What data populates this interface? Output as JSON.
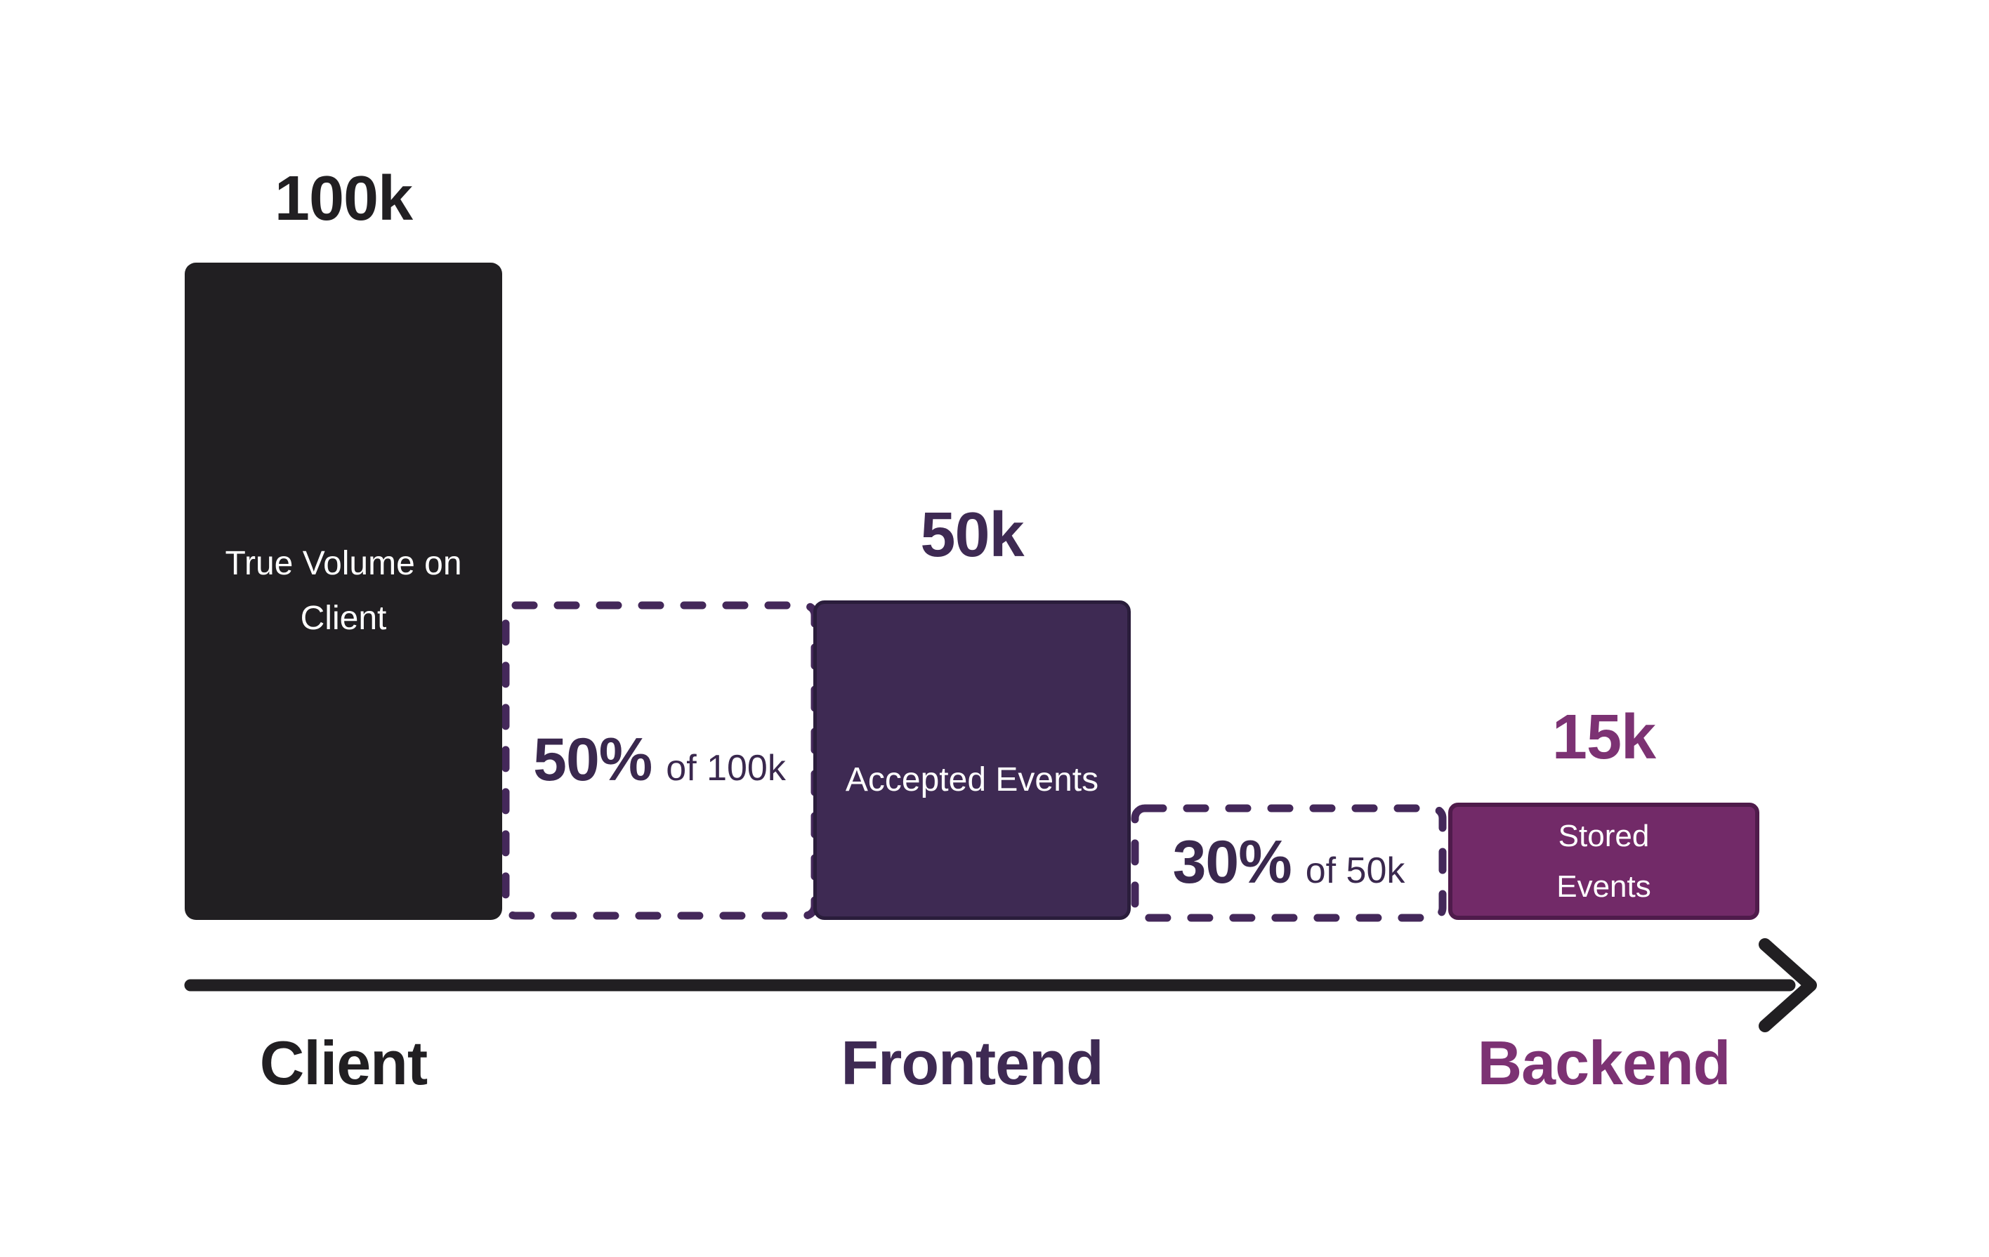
{
  "colors": {
    "background": "#FFFFFF",
    "ink": "#211F22",
    "purple_deep": "#3E2A53",
    "purple_deep_border": "#2A1D3B",
    "plum": "#722A68",
    "plum_border": "#4F1B4B",
    "magenta_text": "#7C3273",
    "percent_text": "#3A284E",
    "dashed_stroke": "#44285A",
    "bar_text": "#FFFFFF"
  },
  "stages": [
    {
      "axis_label": "Client",
      "value_label": "100k",
      "bar_label": "True Volume on Client",
      "bar_color": "#211F22"
    },
    {
      "axis_label": "Frontend",
      "value_label": "50k",
      "bar_label": "Accepted Events",
      "bar_color": "#3E2A53"
    },
    {
      "axis_label": "Backend",
      "value_label": "15k",
      "bar_label": "Stored Events",
      "bar_color": "#722A68"
    }
  ],
  "drops": [
    {
      "percent": "50%",
      "of": "of 100k"
    },
    {
      "percent": "30%",
      "of": "of 50k"
    }
  ],
  "chart_data": {
    "type": "bar",
    "subtype": "funnel",
    "title": "",
    "categories": [
      "Client",
      "Frontend",
      "Backend"
    ],
    "series": [
      {
        "name": "Events",
        "values": [
          100000,
          50000,
          15000
        ]
      }
    ],
    "value_labels": [
      "100k",
      "50k",
      "15k"
    ],
    "bar_labels": [
      "True Volume on Client",
      "Accepted Events",
      "Stored Events"
    ],
    "bar_colors": [
      "#211F22",
      "#3E2A53",
      "#722A68"
    ],
    "retention_annotations": [
      {
        "percent": "50%",
        "of": "of 100k",
        "between_index": [
          0,
          1
        ]
      },
      {
        "percent": "30%",
        "of": "of 50k",
        "between_index": [
          1,
          2
        ]
      }
    ],
    "x_axis": {
      "style": "arrow",
      "labels": [
        "Client",
        "Frontend",
        "Backend"
      ]
    },
    "ylim": [
      0,
      100000
    ],
    "grid": false,
    "legend": false
  }
}
